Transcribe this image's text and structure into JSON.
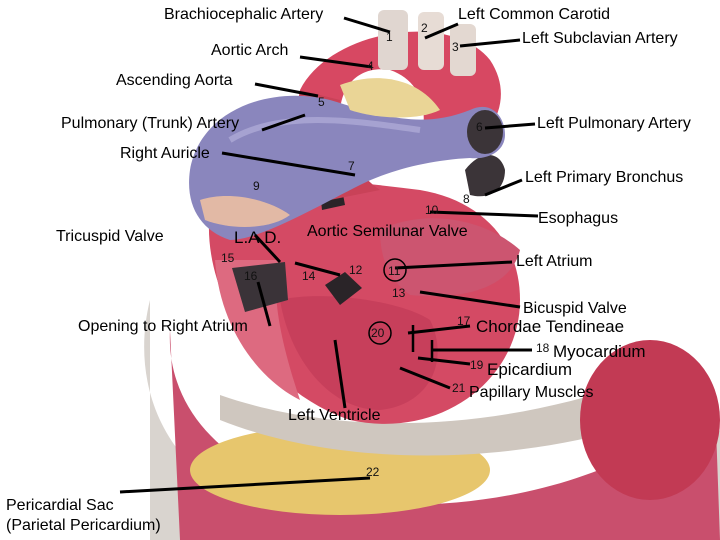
{
  "labels": {
    "brachiocephalic_artery": "Brachiocephalic Artery",
    "left_common_carotid": "Left Common Carotid",
    "left_subclavian_artery": "Left Subclavian Artery",
    "aortic_arch": "Aortic Arch",
    "ascending_aorta": "Ascending Aorta",
    "pulmonary_trunk_artery": "Pulmonary (Trunk) Artery",
    "left_pulmonary_artery": "Left Pulmonary Artery",
    "right_auricle": "Right Auricle",
    "left_primary_bronchus": "Left Primary Bronchus",
    "tricuspid_valve": "Tricuspid Valve",
    "lad": "L.A.D.",
    "aortic_semilunar_valve": "Aortic Semilunar Valve",
    "esophagus": "Esophagus",
    "left_atrium": "Left Atrium",
    "opening_to_right_atrium": "Opening to Right Atrium",
    "bicuspid_valve": "Bicuspid Valve",
    "chordae_tendineae": "Chordae Tendineae",
    "myocardium": "Myocardium",
    "epicardium": "Epicardium",
    "papillary_muscles": "Papillary Muscles",
    "left_ventricle": "Left Ventricle",
    "pericardial_sac_line1": "Pericardial Sac",
    "pericardial_sac_line2": "(Parietal Pericardium)"
  },
  "numbers": {
    "n1": "1",
    "n2": "2",
    "n3": "3",
    "n4": "4",
    "n5": "5",
    "n6": "6",
    "n7": "7",
    "n8": "8",
    "n9": "9",
    "n10": "10",
    "n11": "11",
    "n12": "12",
    "n13": "13",
    "n14": "14",
    "n15": "15",
    "n16": "16",
    "n17": "17",
    "n18": "18",
    "n19": "19",
    "n20": "20",
    "n21": "21",
    "n22": "22"
  }
}
